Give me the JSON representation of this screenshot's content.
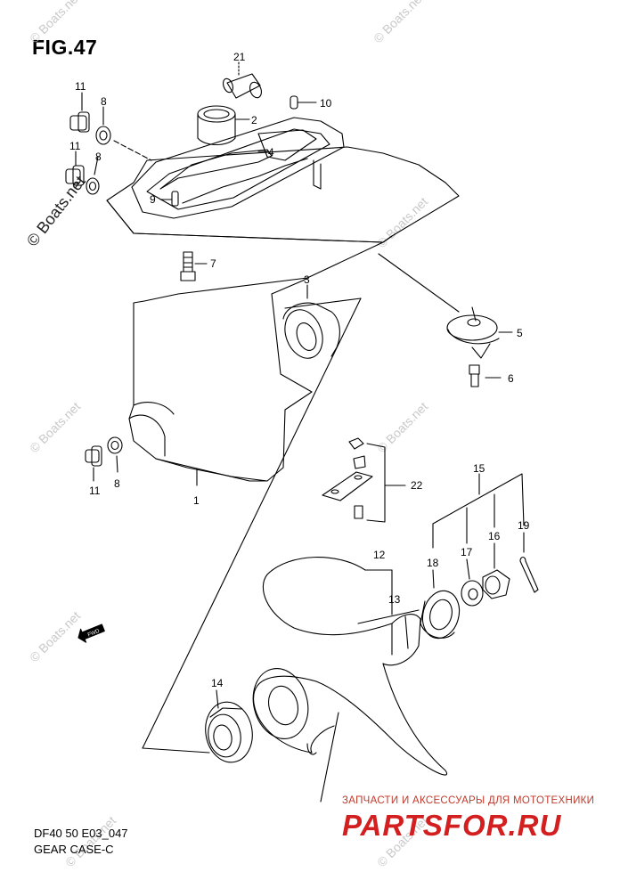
{
  "figure": {
    "title": "FIG.47",
    "code": "DF40 50 E03_047",
    "caption": "GEAR CASE-C"
  },
  "callouts": [
    "21",
    "2",
    "10",
    "11",
    "8",
    "11",
    "8",
    "4",
    "9",
    "7",
    "3",
    "5",
    "6",
    "1",
    "11",
    "8",
    "22",
    "15",
    "19",
    "12",
    "18",
    "17",
    "16",
    "13",
    "14"
  ],
  "watermarks": {
    "main": "© Boats.net",
    "faint": "© Boats.net"
  },
  "advert": {
    "line": "ЗАПЧАСТИ И АКСЕССУАРЫ ДЛЯ МОТОТЕХНИКИ",
    "brand": "PARTSFOR.RU",
    "brand_color": "#d31f1f"
  },
  "icons": {
    "fwd_arrow": "fwd-arrow-icon"
  }
}
